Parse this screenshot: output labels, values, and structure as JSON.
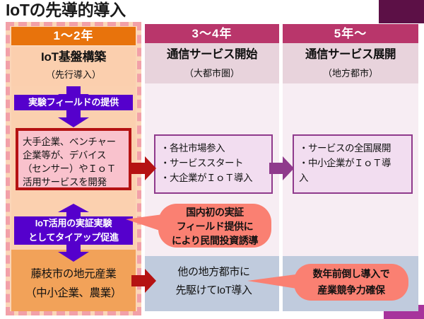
{
  "title": "IoTの先導的導入",
  "columns": [
    {
      "period": "1～2年",
      "heading": "IoT基盤構築",
      "subheading": "（先行導入）"
    },
    {
      "period": "3～4年",
      "heading": "通信サービス開始",
      "subheading": "（大都市圏）"
    },
    {
      "period": "5年～",
      "heading": "通信サービス展開",
      "subheading": "（地方都市）"
    }
  ],
  "col1": {
    "banner_top": "実験フィールドの提供",
    "banner_bottom_line1": "IoT活用の実証実験",
    "banner_bottom_line2": "としてタイアップ促進",
    "redbox": {
      "line1": "大手企業、ベンチャー",
      "line2": "企業等が、デバイス",
      "line3": "（センサー）やＩｏＴ",
      "line4": "活用サービスを開発"
    },
    "bottom_line1": "藤枝市の地元産業",
    "bottom_line2": "（中小企業、農業）"
  },
  "col2": {
    "list": [
      "・各社市場参入",
      "・サービススタート",
      "・大企業がＩｏＴ導入"
    ],
    "bottom_line1": "他の地方都市に",
    "bottom_line2": "先駆けてIoT導入"
  },
  "col3": {
    "list": [
      "・サービスの全国展開",
      "・中小企業がＩｏＴ導",
      "入"
    ]
  },
  "callouts": [
    {
      "line1": "国内初の実証",
      "line2": "フィールド提供に",
      "line3": "により民間投資誘導"
    },
    {
      "line1": "数年前倒し導入で",
      "line2": "産業競争力確保"
    }
  ],
  "colors": {
    "col1_header": "#e8730c",
    "col1_body": "#fbd0af",
    "col1_bottom": "#f2a259",
    "col23_header": "#b9366b",
    "col23_sub": "#e8d3dc",
    "col23_body": "#f7edf3",
    "col23_bottom": "#c0cbdd",
    "purple_banner": "#5500cc",
    "red_border": "#b51212",
    "redbox_fill": "#f9c2cd",
    "listbox_border": "#8f3a8c",
    "listbox_fill": "#f2ddf0",
    "arrow_red": "#b51212",
    "arrow_purple": "#8f3a8c",
    "callout": "#fa8072",
    "dotted_frame": "#f2a0a8",
    "corner_top_right": "#5c1046",
    "corner_bottom_right": "#a7349c"
  }
}
